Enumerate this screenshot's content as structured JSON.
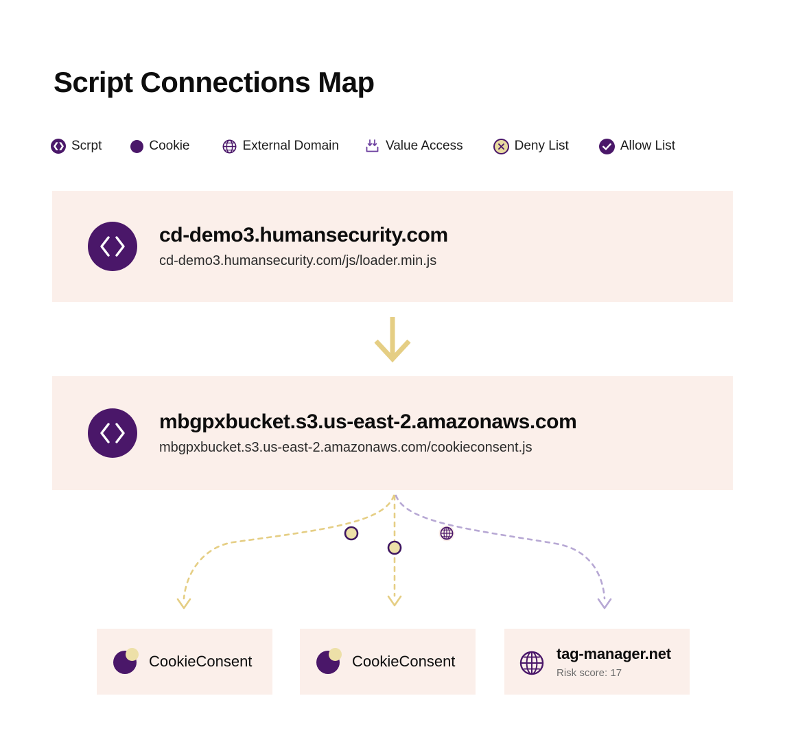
{
  "page": {
    "title": "Script Connections Map",
    "background": "#ffffff"
  },
  "colors": {
    "purple": "#4A1769",
    "purple_light": "#B7A8D4",
    "tan": "#E5CE84",
    "tan_fill": "#EDE0A8",
    "card_bg": "#FBEFEA",
    "text": "#0d0d0d",
    "muted": "#6e6e6e"
  },
  "legend": {
    "items": [
      {
        "label": "Scrpt",
        "icon": "code-brackets-icon"
      },
      {
        "label": "Cookie",
        "icon": "cookie-dot-icon"
      },
      {
        "label": "External Domain",
        "icon": "globe-icon"
      },
      {
        "label": "Value Access",
        "icon": "download-tray-icon"
      },
      {
        "label": "Deny List",
        "icon": "deny-circle-x-icon"
      },
      {
        "label": "Allow List",
        "icon": "allow-circle-check-icon"
      }
    ]
  },
  "scripts": [
    {
      "title": "cd-demo3.humansecurity.com",
      "url": "cd-demo3.humansecurity.com/js/loader.min.js",
      "icon": "code-brackets-icon"
    },
    {
      "title": "mbgpxbucket.s3.us-east-2.amazonaws.com",
      "url": "mbgpxbucket.s3.us-east-2.amazonaws.com/cookieconsent.js",
      "icon": "code-brackets-icon"
    }
  ],
  "leaves": [
    {
      "title": "CookieConsent",
      "sub": "",
      "icon": "cookie-icon"
    },
    {
      "title": "CookieConsent",
      "sub": "",
      "icon": "cookie-icon"
    },
    {
      "title": "tag-manager.net",
      "sub": "Risk score: 17",
      "icon": "globe-icon"
    }
  ],
  "edges": [
    {
      "from": "script-2",
      "to": "leaf-1",
      "marker": "cookie-marker",
      "style": "dashed",
      "color": "#E5CE84"
    },
    {
      "from": "script-2",
      "to": "leaf-2",
      "marker": "cookie-marker",
      "style": "dashed",
      "color": "#E5CE84"
    },
    {
      "from": "script-2",
      "to": "leaf-3",
      "marker": "globe-marker",
      "style": "dashed",
      "color": "#B7A8D4"
    }
  ],
  "main_arrow": {
    "from": "script-1",
    "to": "script-2",
    "color": "#E5CE84"
  }
}
